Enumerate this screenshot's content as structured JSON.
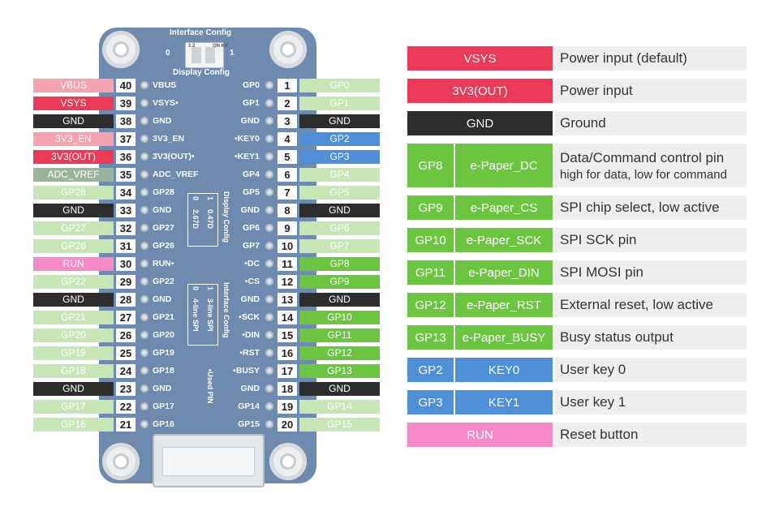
{
  "board": {
    "interface_config_top": "Interface Config",
    "display_config_top": "Display Config",
    "display_config_side": "Display Config",
    "interface_config_side": "Interface Config",
    "switch_0": "0",
    "switch_1": "1",
    "dip_on": "ON KE",
    "dip_12": "1 2",
    "cfg_display_0": "0",
    "cfg_display_1": "1",
    "cfg_display_a": "2.67D",
    "cfg_display_b": "0.47D",
    "cfg_iface_0": "0",
    "cfg_iface_1": "1",
    "cfg_iface_a": "4-line SPI",
    "cfg_iface_b": "3-line SPI",
    "used_pin": "•Used PIN"
  },
  "colors": {
    "red": "#ea3a58",
    "pink_light": "#f5a2b1",
    "black": "#2d2d2d",
    "green_light": "#c6e6b5",
    "green": "#6cc541",
    "blue": "#4e8fd8",
    "pink": "#f889c7",
    "gray_green": "#98b59a"
  },
  "left_pins": [
    {
      "num": "40",
      "label": "VBUS",
      "board": "VBUS",
      "color": "#f5a2b1"
    },
    {
      "num": "39",
      "label": "VSYS",
      "board": "VSYS•",
      "color": "#ea3a58"
    },
    {
      "num": "38",
      "label": "GND",
      "board": "GND",
      "color": "#2d2d2d"
    },
    {
      "num": "37",
      "label": "3V3_EN",
      "board": "3V3_EN",
      "color": "#f5a2b1"
    },
    {
      "num": "36",
      "label": "3V3(OUT)",
      "board": "3V3(OUT)•",
      "color": "#ea3a58"
    },
    {
      "num": "35",
      "label": "ADC_VREF",
      "board": "ADC_VREF",
      "color": "#98b59a"
    },
    {
      "num": "34",
      "label": "GP28",
      "board": "GP28",
      "color": "#c6e6b5"
    },
    {
      "num": "33",
      "label": "GND",
      "board": "GND",
      "color": "#2d2d2d"
    },
    {
      "num": "32",
      "label": "GP27",
      "board": "GP27",
      "color": "#c6e6b5"
    },
    {
      "num": "31",
      "label": "GP26",
      "board": "GP26",
      "color": "#c6e6b5"
    },
    {
      "num": "30",
      "label": "RUN",
      "board": "RUN•",
      "color": "#f889c7"
    },
    {
      "num": "29",
      "label": "GP22",
      "board": "GP22",
      "color": "#c6e6b5"
    },
    {
      "num": "28",
      "label": "GND",
      "board": "GND",
      "color": "#2d2d2d"
    },
    {
      "num": "27",
      "label": "GP21",
      "board": "GP21",
      "color": "#c6e6b5"
    },
    {
      "num": "26",
      "label": "GP20",
      "board": "GP20",
      "color": "#c6e6b5"
    },
    {
      "num": "25",
      "label": "GP19",
      "board": "GP19",
      "color": "#c6e6b5"
    },
    {
      "num": "24",
      "label": "GP18",
      "board": "GP18",
      "color": "#c6e6b5"
    },
    {
      "num": "23",
      "label": "GND",
      "board": "GND",
      "color": "#2d2d2d"
    },
    {
      "num": "22",
      "label": "GP17",
      "board": "GP17",
      "color": "#c6e6b5"
    },
    {
      "num": "21",
      "label": "GP16",
      "board": "GP16",
      "color": "#c6e6b5"
    }
  ],
  "right_pins": [
    {
      "num": "1",
      "label": "GP0",
      "board": "GP0",
      "color": "#c6e6b5"
    },
    {
      "num": "2",
      "label": "GP1",
      "board": "GP1",
      "color": "#c6e6b5"
    },
    {
      "num": "3",
      "label": "GND",
      "board": "GND",
      "color": "#2d2d2d"
    },
    {
      "num": "4",
      "label": "GP2",
      "board": "•KEY0",
      "color": "#4e8fd8"
    },
    {
      "num": "5",
      "label": "GP3",
      "board": "•KEY1",
      "color": "#4e8fd8"
    },
    {
      "num": "6",
      "label": "GP4",
      "board": "GP4",
      "color": "#c6e6b5"
    },
    {
      "num": "7",
      "label": "GP5",
      "board": "GP5",
      "color": "#c6e6b5"
    },
    {
      "num": "8",
      "label": "GND",
      "board": "GND",
      "color": "#2d2d2d"
    },
    {
      "num": "9",
      "label": "GP6",
      "board": "GP6",
      "color": "#c6e6b5"
    },
    {
      "num": "10",
      "label": "GP7",
      "board": "GP7",
      "color": "#c6e6b5"
    },
    {
      "num": "11",
      "label": "GP8",
      "board": "•DC",
      "color": "#6cc541"
    },
    {
      "num": "12",
      "label": "GP9",
      "board": "•CS",
      "color": "#6cc541"
    },
    {
      "num": "13",
      "label": "GND",
      "board": "GND",
      "color": "#2d2d2d"
    },
    {
      "num": "14",
      "label": "GP10",
      "board": "•SCK",
      "color": "#6cc541"
    },
    {
      "num": "15",
      "label": "GP11",
      "board": "•DIN",
      "color": "#6cc541"
    },
    {
      "num": "16",
      "label": "GP12",
      "board": "•RST",
      "color": "#6cc541"
    },
    {
      "num": "17",
      "label": "GP13",
      "board": "•BUSY",
      "color": "#6cc541"
    },
    {
      "num": "18",
      "label": "GND",
      "board": "GND",
      "color": "#2d2d2d"
    },
    {
      "num": "19",
      "label": "GP14",
      "board": "GP14",
      "color": "#c6e6b5"
    },
    {
      "num": "20",
      "label": "GP15",
      "board": "GP15",
      "color": "#c6e6b5"
    }
  ],
  "legend": [
    {
      "cells": [
        "VSYS"
      ],
      "desc": "Power input (default)",
      "sub": "",
      "color": "#ea3a58"
    },
    {
      "cells": [
        "3V3(OUT)"
      ],
      "desc": "Power input",
      "sub": "",
      "color": "#ea3a58"
    },
    {
      "cells": [
        "GND"
      ],
      "desc": "Ground",
      "sub": "",
      "color": "#2d2d2d"
    },
    {
      "cells": [
        "GP8",
        "e-Paper_DC"
      ],
      "desc": "Data/Command control pin",
      "sub": "high for data, low for command",
      "color": "#6cc541"
    },
    {
      "cells": [
        "GP9",
        "e-Paper_CS"
      ],
      "desc": "SPI chip select, low active",
      "sub": "",
      "color": "#6cc541"
    },
    {
      "cells": [
        "GP10",
        "e-Paper_SCK"
      ],
      "desc": "SPI SCK pin",
      "sub": "",
      "color": "#6cc541"
    },
    {
      "cells": [
        "GP11",
        "e-Paper_DIN"
      ],
      "desc": "SPI MOSI pin",
      "sub": "",
      "color": "#6cc541"
    },
    {
      "cells": [
        "GP12",
        "e-Paper_RST"
      ],
      "desc": "External reset, low active",
      "sub": "",
      "color": "#6cc541"
    },
    {
      "cells": [
        "GP13",
        "e-Paper_BUSY"
      ],
      "desc": "Busy status output",
      "sub": "",
      "color": "#6cc541"
    },
    {
      "cells": [
        "GP2",
        "KEY0"
      ],
      "desc": "User key 0",
      "sub": "",
      "color": "#4e8fd8"
    },
    {
      "cells": [
        "GP3",
        "KEY1"
      ],
      "desc": "User key 1",
      "sub": "",
      "color": "#4e8fd8"
    },
    {
      "cells": [
        "RUN"
      ],
      "desc": "Reset button",
      "sub": "",
      "color": "#f889c7"
    }
  ]
}
